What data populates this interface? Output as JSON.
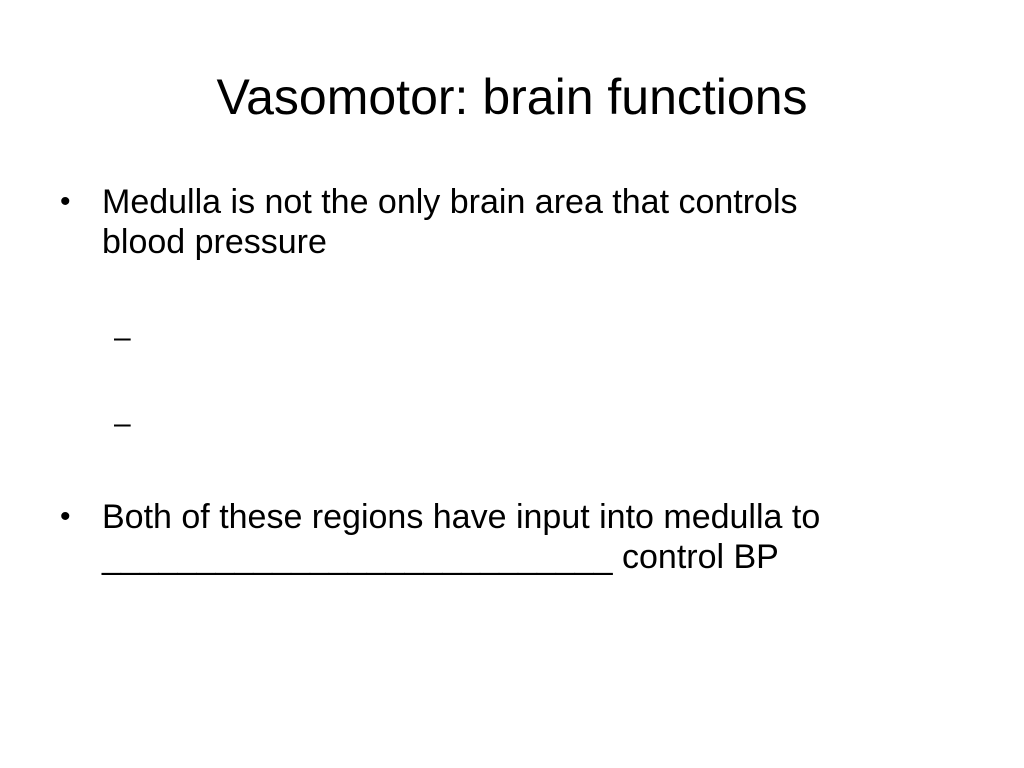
{
  "slide": {
    "title": "Vasomotor:  brain functions",
    "bullets": [
      {
        "marker": "•",
        "line1": "Medulla is not the only brain area that controls",
        "line2": "blood pressure"
      },
      {
        "marker": "•",
        "line1": "Both of these regions have input into medulla to",
        "line2": "___________________________ control BP"
      }
    ],
    "sub_bullets": [
      {
        "marker": "–"
      },
      {
        "marker": "–"
      }
    ]
  }
}
